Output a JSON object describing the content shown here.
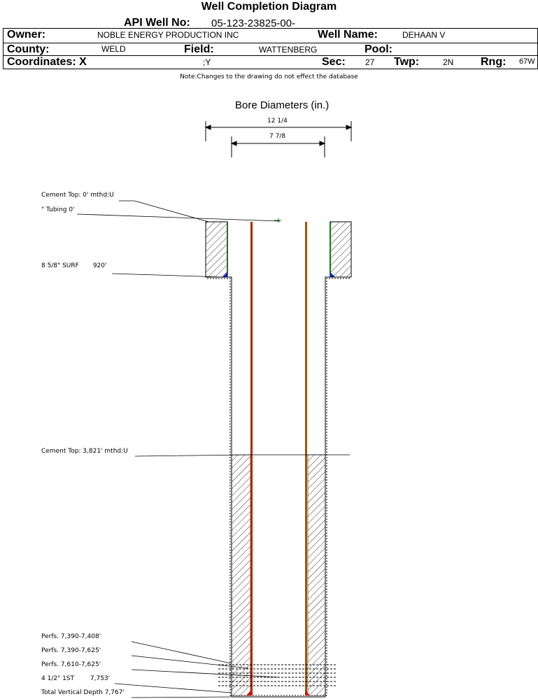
{
  "title": "Well Completion Diagram",
  "header": {
    "api_label": "API Well No:",
    "api_value": "05-123-23825-00-",
    "owner_label": "Owner:",
    "owner_value": "NOBLE ENERGY PRODUCTION INC",
    "well_name_label": "Well Name:",
    "well_name_value": "DEHAAN V",
    "county_label": "County:",
    "county_value": "WELD",
    "field_label": "Field:",
    "field_value": "WATTENBERG",
    "pool_label": "Pool:",
    "pool_value": "",
    "coordinates_label": "Coordinates: X",
    "coordinates_y": ";Y",
    "sec_label": "Sec:",
    "sec_value": "27",
    "twp_label": "Twp:",
    "twp_value": "2N",
    "rng_label": "Rng:",
    "rng_value": "67W"
  },
  "note": "Note:Changes to the drawing do not effect the database",
  "bore": {
    "title": "Bore Diameters (in.)",
    "outer": "12 1/4",
    "inner": "7 7/8"
  },
  "annotations": {
    "cement_top_1": "Cement Top: 0' mthd:U",
    "tubing": "\" Tubing 0'",
    "surf_casing": "8 5/8\" SURF       920'",
    "cement_top_2": "Cement Top: 3,821' mthd:U",
    "perfs_1": "Perfs. 7,390-7,408'",
    "perfs_2": "Perfs. 7,390-7,625'",
    "perfs_3": "Perfs. 7,610-7,625'",
    "prod_casing": "4 1/2\" 1ST        7,753'",
    "tvd": "Total Vertical Depth 7,767'"
  },
  "colors": {
    "tubing_red": "#c02000",
    "tubing_brown": "#a05800",
    "cement_green": "#207020",
    "shoe_blue": "#0020c0"
  }
}
